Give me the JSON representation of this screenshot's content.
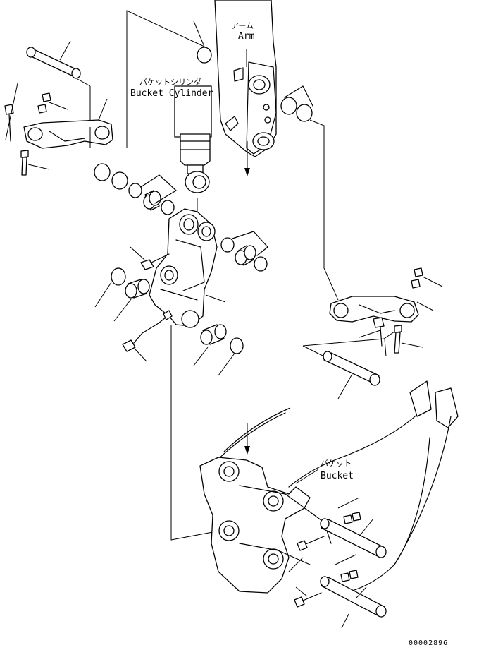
{
  "labels": {
    "arm_jp": "アーム",
    "arm_en": "Arm",
    "bucket_cylinder_jp": "バケットシリンダ",
    "bucket_cylinder_en": "Bucket Cylinder",
    "bucket_jp": "バケット",
    "bucket_en": "Bucket"
  },
  "drawing_code": "00002896"
}
